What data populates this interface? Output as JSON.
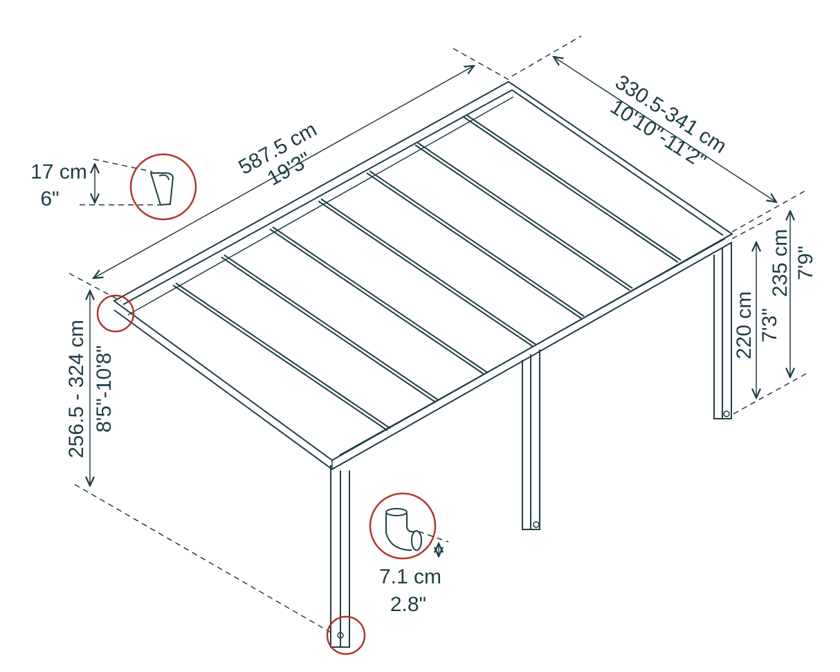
{
  "colors": {
    "line": "#1f3d45",
    "highlight": "#b5332e"
  },
  "dimensions": {
    "length_cm": "587.5 cm",
    "length_ft": "19'3\"",
    "depth_cm": "330.5-341 cm",
    "depth_ft": "10'10\"-11'2\"",
    "gutter_cm": "17 cm",
    "gutter_in": "6\"",
    "front_height_cm": "256.5 - 324 cm",
    "front_height_ft": "8'5\"-10'8\"",
    "post_height_cm": "220 cm",
    "post_height_ft": "7'3\"",
    "total_height_cm": "235 cm",
    "total_height_ft": "7'9\"",
    "drain_cm": "7.1 cm",
    "drain_in": "2.8\""
  }
}
